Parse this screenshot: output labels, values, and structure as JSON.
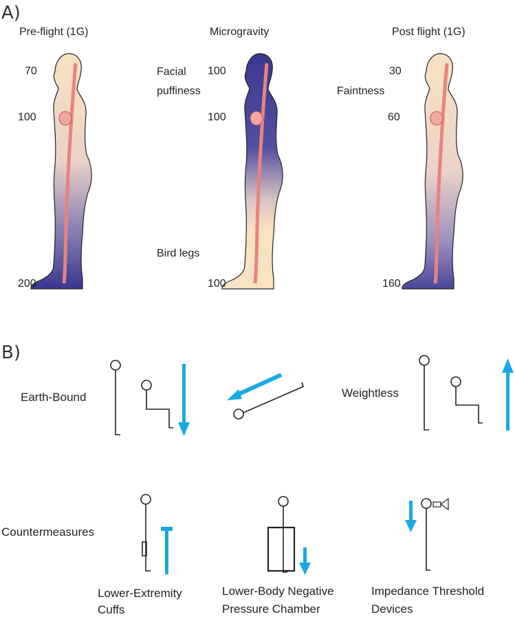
{
  "panel_a": {
    "label": "A)",
    "figures": [
      {
        "title": "Pre-flight (1G)",
        "top_value": "70",
        "heart_value": "100",
        "feet_value": "200"
      },
      {
        "title": "Microgravity",
        "top_value": "100",
        "heart_value": "100",
        "feet_value": "100",
        "upper_note_line1": "Facial",
        "upper_note_line2": "puffiness",
        "lower_note": "Bird legs"
      },
      {
        "title": "Post flight (1G)",
        "top_value": "30",
        "heart_value": "60",
        "feet_value": "160",
        "upper_note": "Faintness"
      }
    ]
  },
  "panel_b": {
    "label": "B)",
    "earth_bound": "Earth-Bound",
    "weightless": "Weightless",
    "countermeasures": "Countermeasures",
    "devices": [
      {
        "line1": "Lower-Extremity",
        "line2": "Cuffs"
      },
      {
        "line1": "Lower-Body Negative",
        "line2": "Pressure Chamber"
      },
      {
        "line1": "Impedance Threshold",
        "line2": "Devices"
      }
    ]
  },
  "colors": {
    "blood_blue": "#3b3a8c",
    "skin": "#f6dfc0",
    "arrow": "#1aa9e6",
    "vessel": "#e8837e"
  }
}
